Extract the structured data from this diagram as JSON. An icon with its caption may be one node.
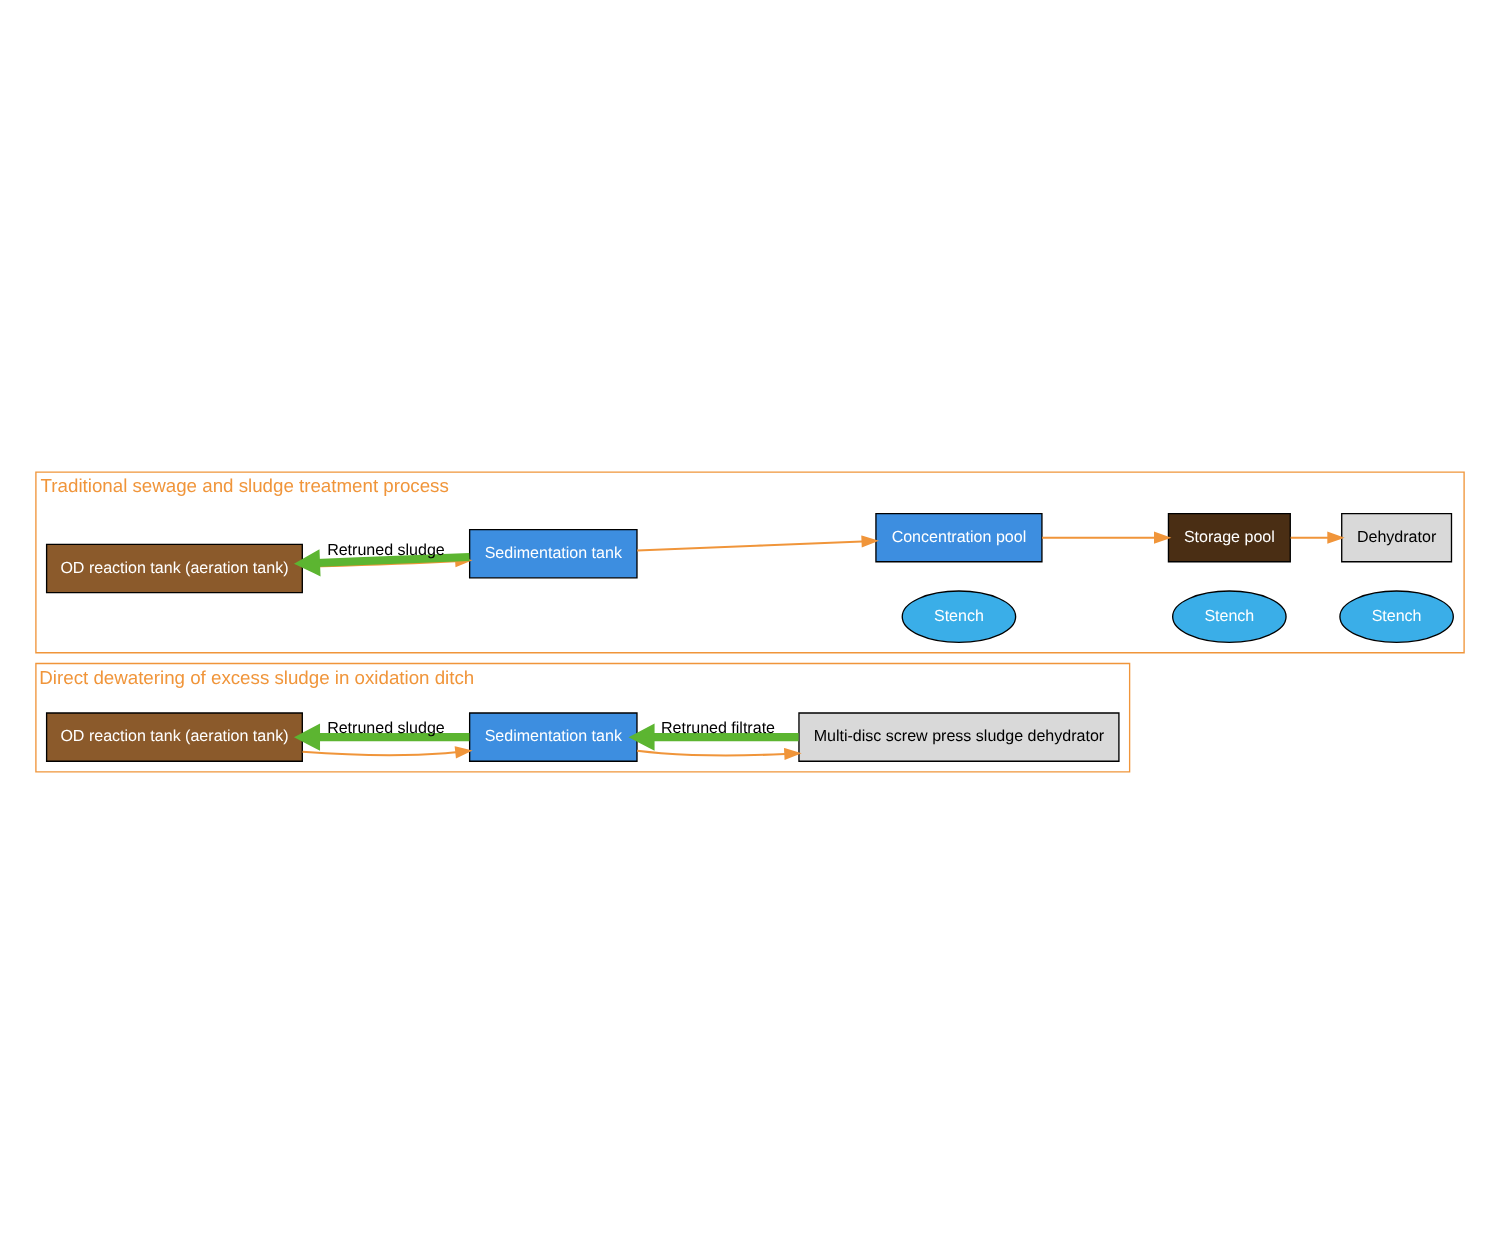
{
  "diagram": {
    "nodes": [
      {
        "text": [
          "Traditional sewage and sludge treatment process"
        ]
      },
      {
        "text": [
          "OD reaction tank (aeration tank)"
        ],
        "in": 0
      },
      {
        "text": [
          "Sedimentation tank"
        ],
        "in": 0
      },
      {
        "text": [
          "Stench"
        ],
        "in": 0
      },
      {
        "text": [
          "Stench"
        ],
        "in": 0
      },
      {
        "text": [
          "Stench"
        ],
        "in": 0
      },
      {
        "text": [
          "Concentration pool"
        ],
        "in": 0
      },
      {
        "text": [
          "Storage pool"
        ],
        "in": 0
      },
      {
        "text": [
          "Dehydrator"
        ],
        "in": 0
      },
      {
        "text": [
          "Direct dewatering of excess sludge in oxidation ditch"
        ]
      },
      {
        "text": [
          "OD reaction tank (aeration tank)"
        ],
        "in": 9
      },
      {
        "text": [
          "Sedimentation tank"
        ],
        "in": 9
      },
      {
        "text": [
          "Multi-disc screw press sludge dehydrator"
        ],
        "in": 9
      }
    ],
    "edges": [
      {
        "from": 1,
        "to": 2,
        "arrow": "to"
      },
      {
        "from": 2,
        "to": 6,
        "arrow": "to"
      },
      {
        "from": 6,
        "to": 7,
        "arrow": "to"
      },
      {
        "from": 7,
        "to": 8,
        "arrow": "to"
      },
      {
        "from": 2,
        "to": 1,
        "arrow": "to",
        "label": "Retruned sludge",
        "style": "thick",
        "color": "#5cb531"
      },
      {
        "from": 10,
        "to": 11,
        "arrow": "to"
      },
      {
        "from": 11,
        "to": 12,
        "arrow": "to"
      },
      {
        "from": 11,
        "to": 10,
        "arrow": "to",
        "label": "Retruned sludge",
        "style": "thick",
        "color": "#5cb531"
      },
      {
        "from": 12,
        "to": 11,
        "arrow": "to",
        "label": "Retruned filtrate",
        "style": "thick",
        "color": "#5cb531"
      }
    ]
  }
}
